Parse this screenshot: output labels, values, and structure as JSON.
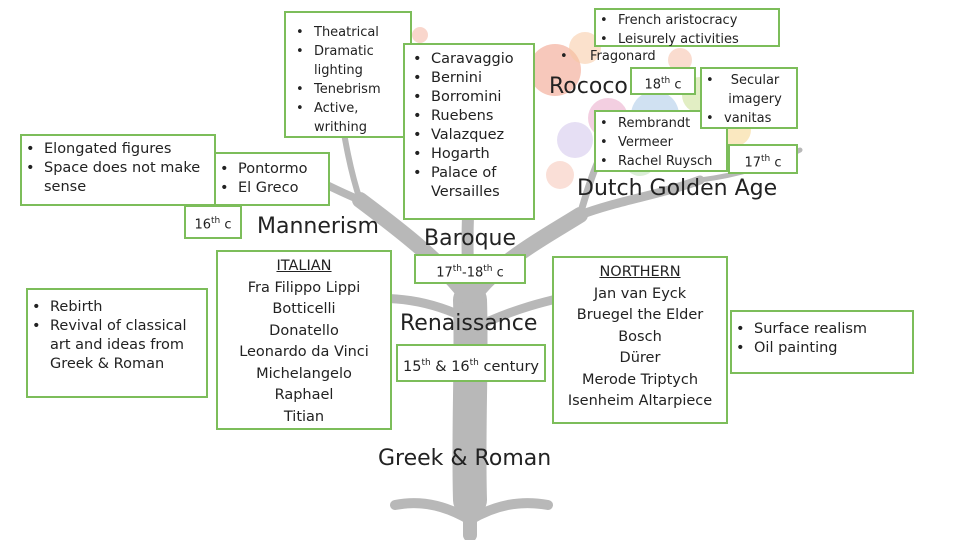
{
  "colors": {
    "box_border": "#7cbd5a",
    "trunk": "#b8b8b8"
  },
  "top_center_box": {
    "items": [
      "Theatrical",
      "Dramatic lighting",
      "Tenebrism",
      "Active, writhing"
    ]
  },
  "baroque_artists_box": {
    "items": [
      "Caravaggio",
      "Bernini",
      "Borromini",
      "Ruebens",
      "Valazquez",
      "Hogarth",
      "Palace of Versailles"
    ]
  },
  "baroque": {
    "title": "Baroque",
    "century_base": "17",
    "century_sup": "th",
    "century_mid": "-18",
    "century_sup2": "th",
    "century_suffix": " c"
  },
  "rococo": {
    "title": "Rococo",
    "features": [
      "French aristocracy",
      "Leisurely activities"
    ],
    "artist": "Fragonard",
    "century_num": "18",
    "century_sup": "th",
    "century_suffix": " c"
  },
  "dutch": {
    "title": "Dutch Golden Age",
    "artists": [
      "Rembrandt",
      "Vermeer",
      "Rachel Ruysch"
    ],
    "imagery": [
      "Secular imagery",
      "vanitas"
    ],
    "century_num": "17",
    "century_sup": "th",
    "century_suffix": " c"
  },
  "mannerism": {
    "title": "Mannerism",
    "features": [
      "Elongated figures",
      "Space does not make sense"
    ],
    "artists": [
      "Pontormo",
      "El Greco"
    ],
    "century_num": "16",
    "century_sup": "th",
    "century_suffix": " c"
  },
  "renaissance": {
    "title": "Renaissance",
    "century_a": "15",
    "century_a_sup": "th",
    "century_mid": " & 16",
    "century_b_sup": "th",
    "century_suffix": " century",
    "features": [
      "Rebirth",
      "Revival of classical art and ideas from Greek & Roman"
    ]
  },
  "italian_box": {
    "heading": "ITALIAN",
    "artists": [
      "Fra Filippo Lippi",
      "Botticelli",
      "Donatello",
      "Leonardo da Vinci",
      "Michelangelo",
      "Raphael",
      "Titian"
    ]
  },
  "northern_box": {
    "heading": "NORTHERN",
    "artists": [
      "Jan van Eyck",
      "Bruegel the Elder",
      "Bosch",
      "Dürer",
      "Merode Triptych",
      "Isenheim Altarpiece"
    ]
  },
  "northern_features": [
    "Surface realism",
    "Oil painting"
  ],
  "root": {
    "title": "Greek & Roman"
  }
}
